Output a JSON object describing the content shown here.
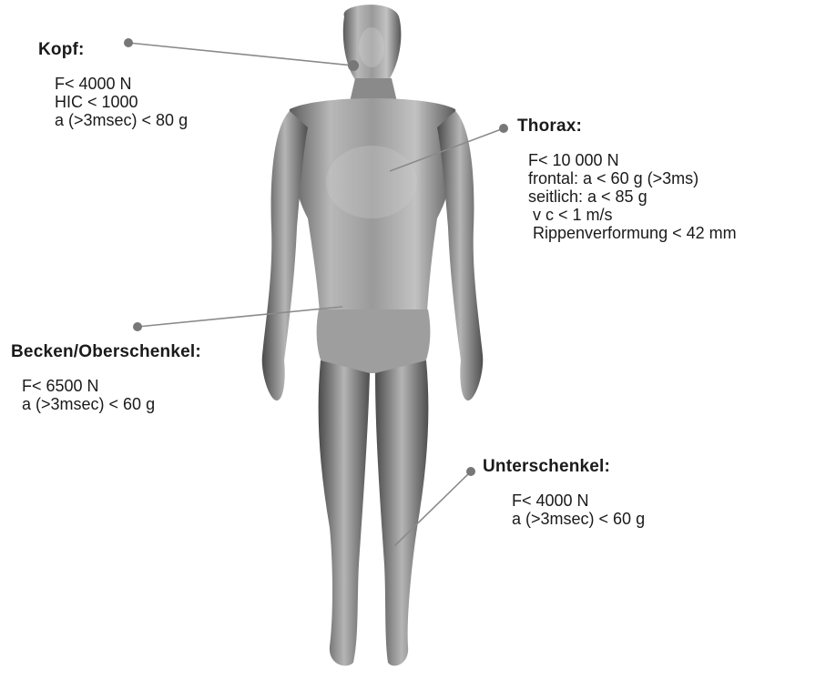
{
  "labels": {
    "kopf": {
      "title": "Kopf:",
      "lines": [
        "F< 4000 N",
        "HIC < 1000",
        "a (>3msec) < 80 g"
      ]
    },
    "thorax": {
      "title": "Thorax:",
      "lines": [
        "F< 10 000 N",
        "frontal: a < 60 g (>3ms)",
        "seitlich: a < 85 g",
        " v c < 1 m/s",
        " Rippenverformung < 42 mm"
      ]
    },
    "becken": {
      "title": "Becken/Oberschenkel:",
      "lines": [
        "F< 6500 N",
        "a (>3msec) < 60 g"
      ]
    },
    "unterschenkel": {
      "title": "Unterschenkel:",
      "lines": [
        "F< 4000 N",
        "a (>3msec) < 60 g"
      ]
    }
  },
  "figure": {
    "icon": "human-body-figure"
  }
}
